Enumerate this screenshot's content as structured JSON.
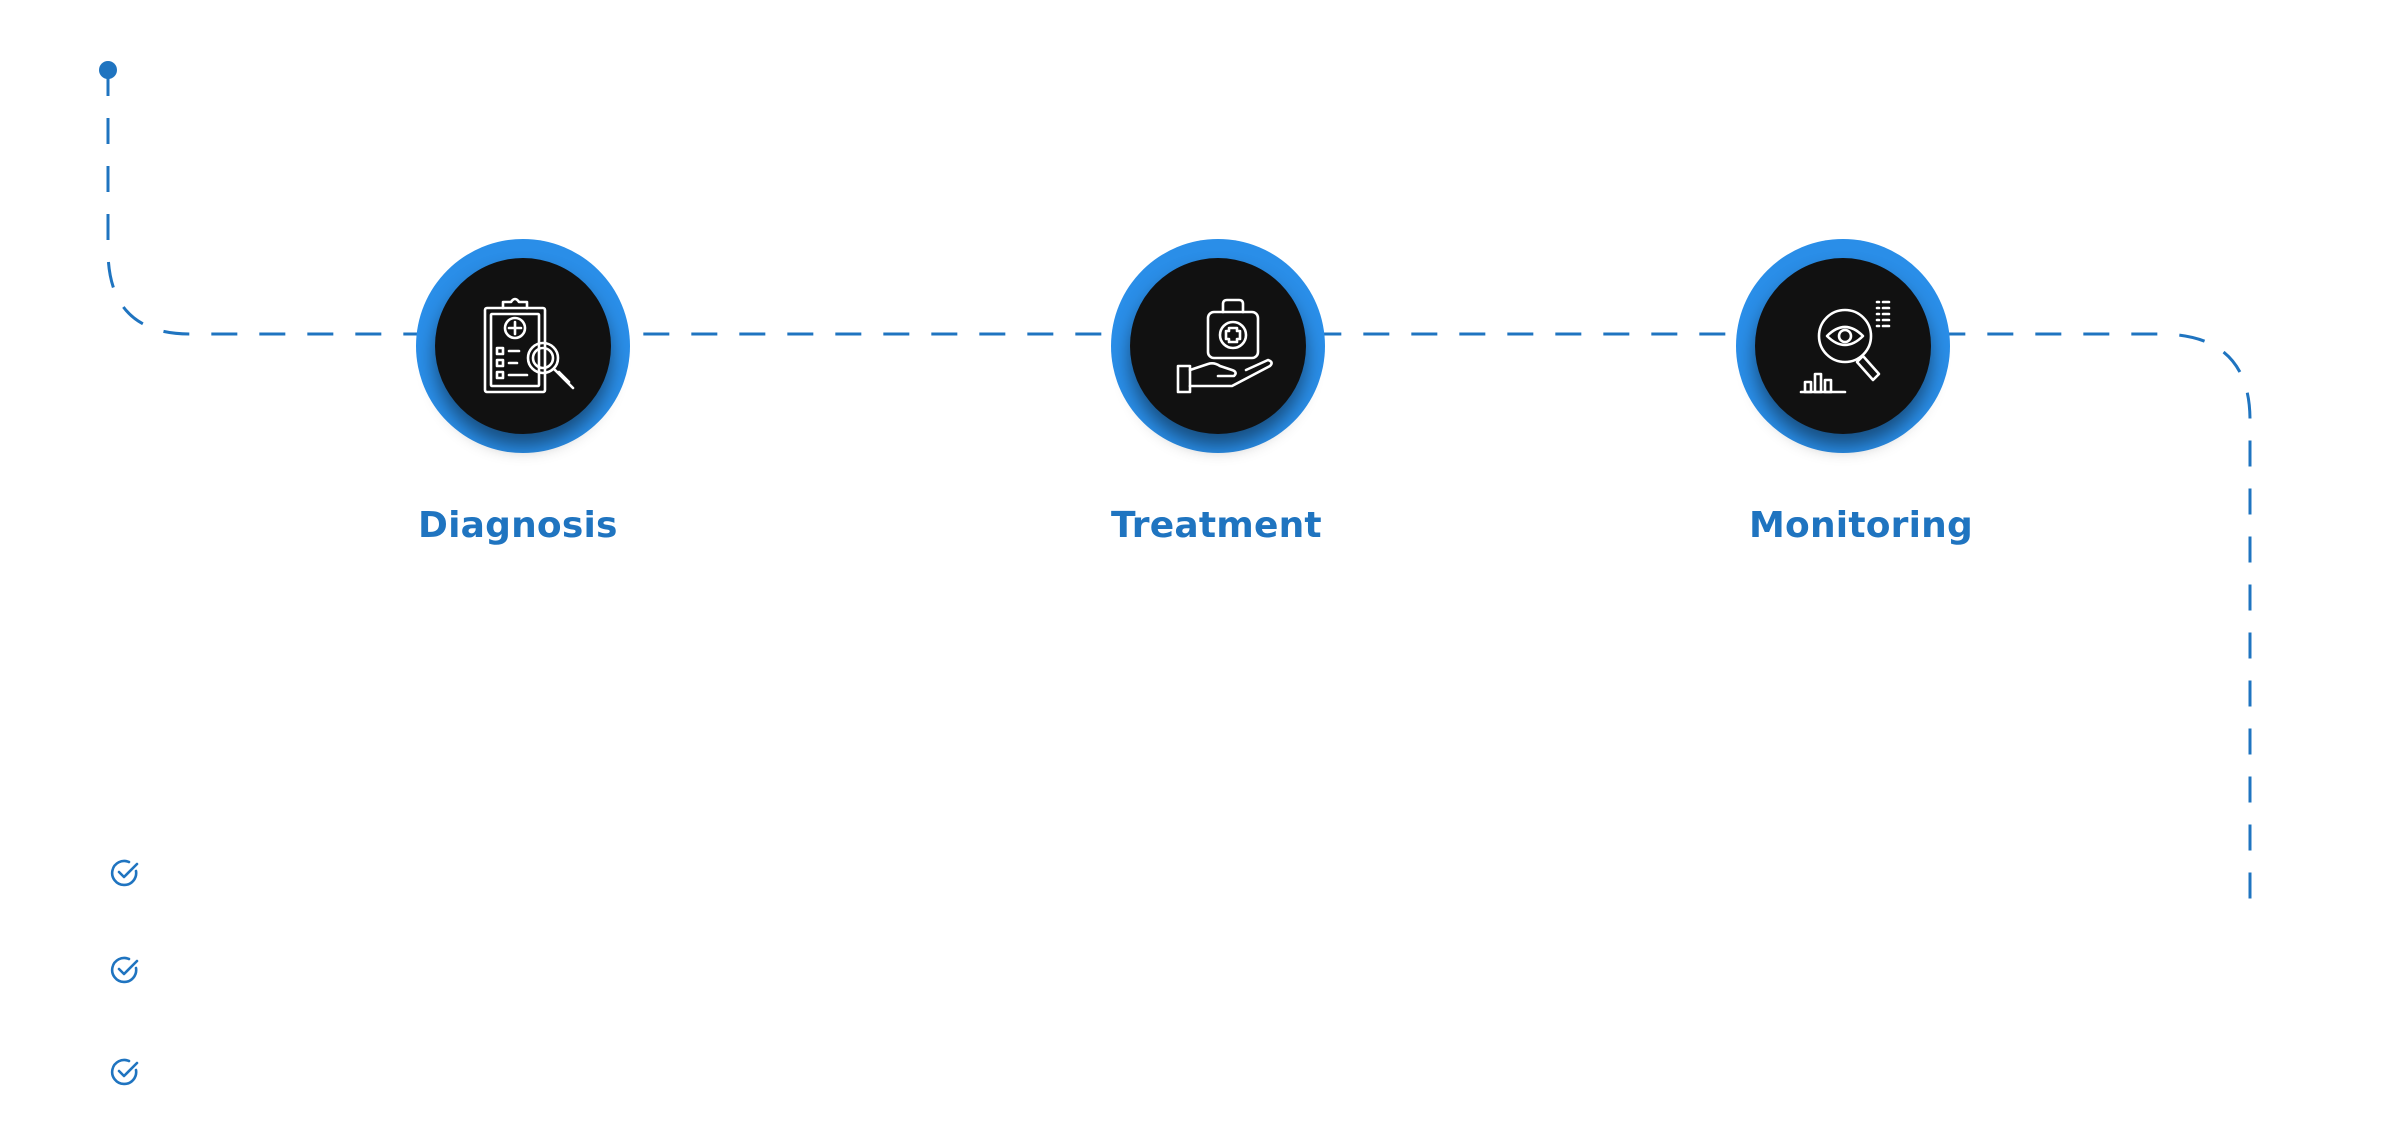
{
  "colors": {
    "accent": "#2a8ee8",
    "label": "#1f74c0",
    "line": "#1f74c0",
    "core": "#111111",
    "icon": "#ffffff"
  },
  "steps": [
    {
      "label": "Diagnosis",
      "icon": "clipboard-magnifier-icon"
    },
    {
      "label": "Treatment",
      "icon": "medical-kit-hand-icon"
    },
    {
      "label": "Monitoring",
      "icon": "eye-magnifier-chart-icon"
    }
  ],
  "checklist": [
    {
      "icon": "check-circle-icon",
      "text": ""
    },
    {
      "icon": "check-circle-icon",
      "text": ""
    },
    {
      "icon": "check-circle-icon",
      "text": ""
    }
  ]
}
